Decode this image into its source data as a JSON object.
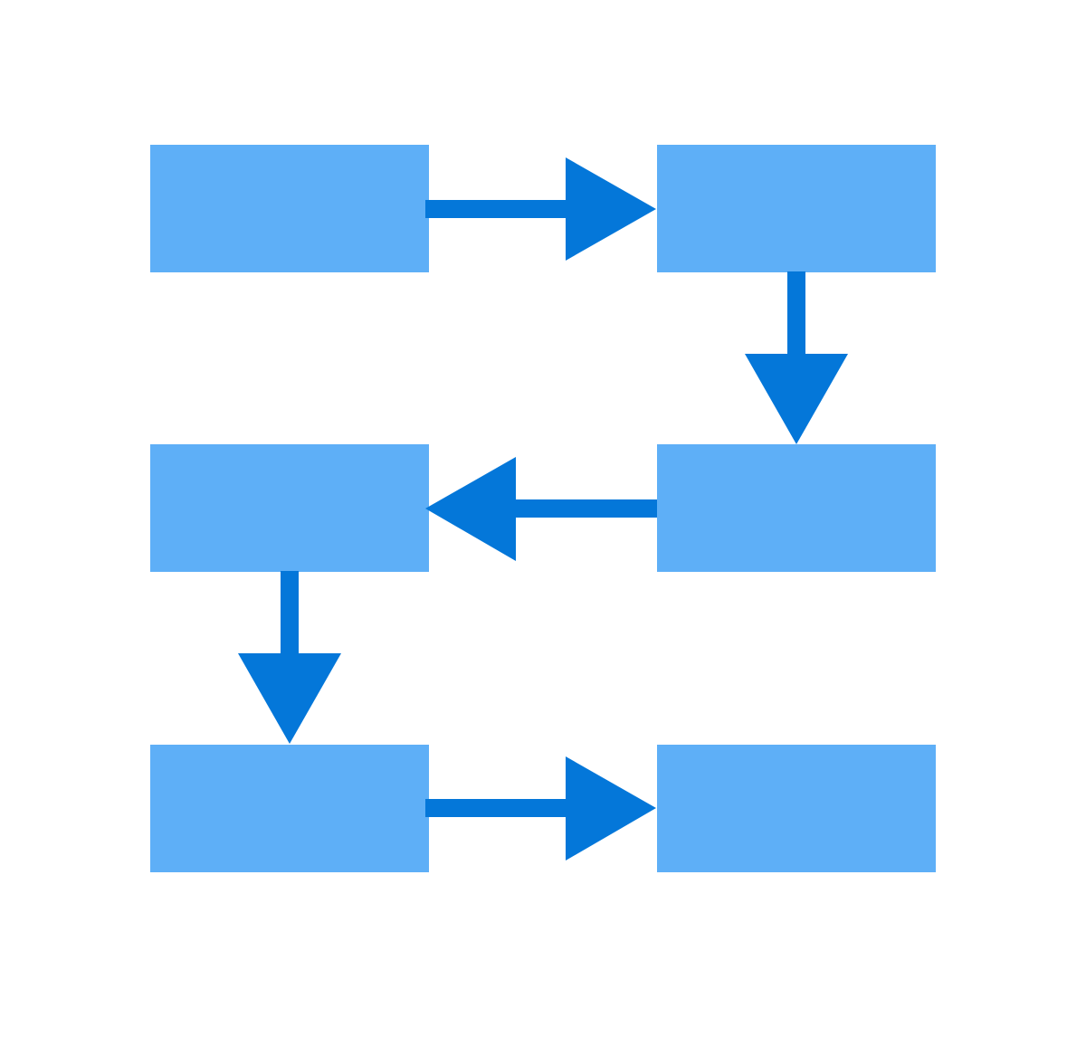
{
  "diagram": {
    "type": "process-flow",
    "colors": {
      "background": "#ffffff",
      "box_fill": "#5eafF7",
      "arrow": "#0477d9"
    },
    "nodes": [
      {
        "id": "step-1",
        "label": ""
      },
      {
        "id": "step-2",
        "label": ""
      },
      {
        "id": "step-3",
        "label": ""
      },
      {
        "id": "step-4",
        "label": ""
      },
      {
        "id": "step-5",
        "label": ""
      },
      {
        "id": "step-6",
        "label": ""
      }
    ],
    "edges": [
      {
        "from": "step-1",
        "to": "step-2",
        "direction": "right"
      },
      {
        "from": "step-2",
        "to": "step-3",
        "direction": "down"
      },
      {
        "from": "step-3",
        "to": "step-4",
        "direction": "left"
      },
      {
        "from": "step-4",
        "to": "step-5",
        "direction": "down"
      },
      {
        "from": "step-5",
        "to": "step-6",
        "direction": "right"
      }
    ]
  }
}
